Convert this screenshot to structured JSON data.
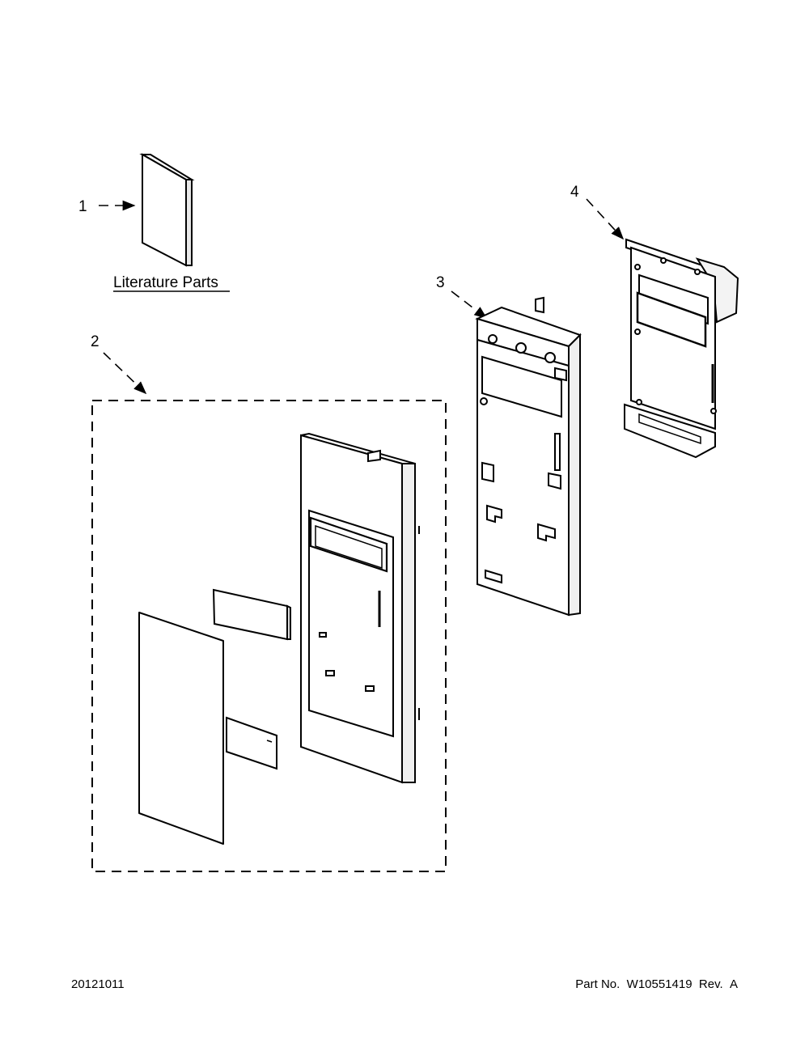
{
  "callouts": {
    "item_1": "1",
    "item_2": "2",
    "item_3": "3",
    "item_4": "4"
  },
  "literature_label": "Literature Parts",
  "footer": {
    "date_code": "20121011",
    "part_no_label": "Part No.",
    "part_no_value": "W10551419",
    "rev_label": "Rev.",
    "rev_value": "A"
  }
}
